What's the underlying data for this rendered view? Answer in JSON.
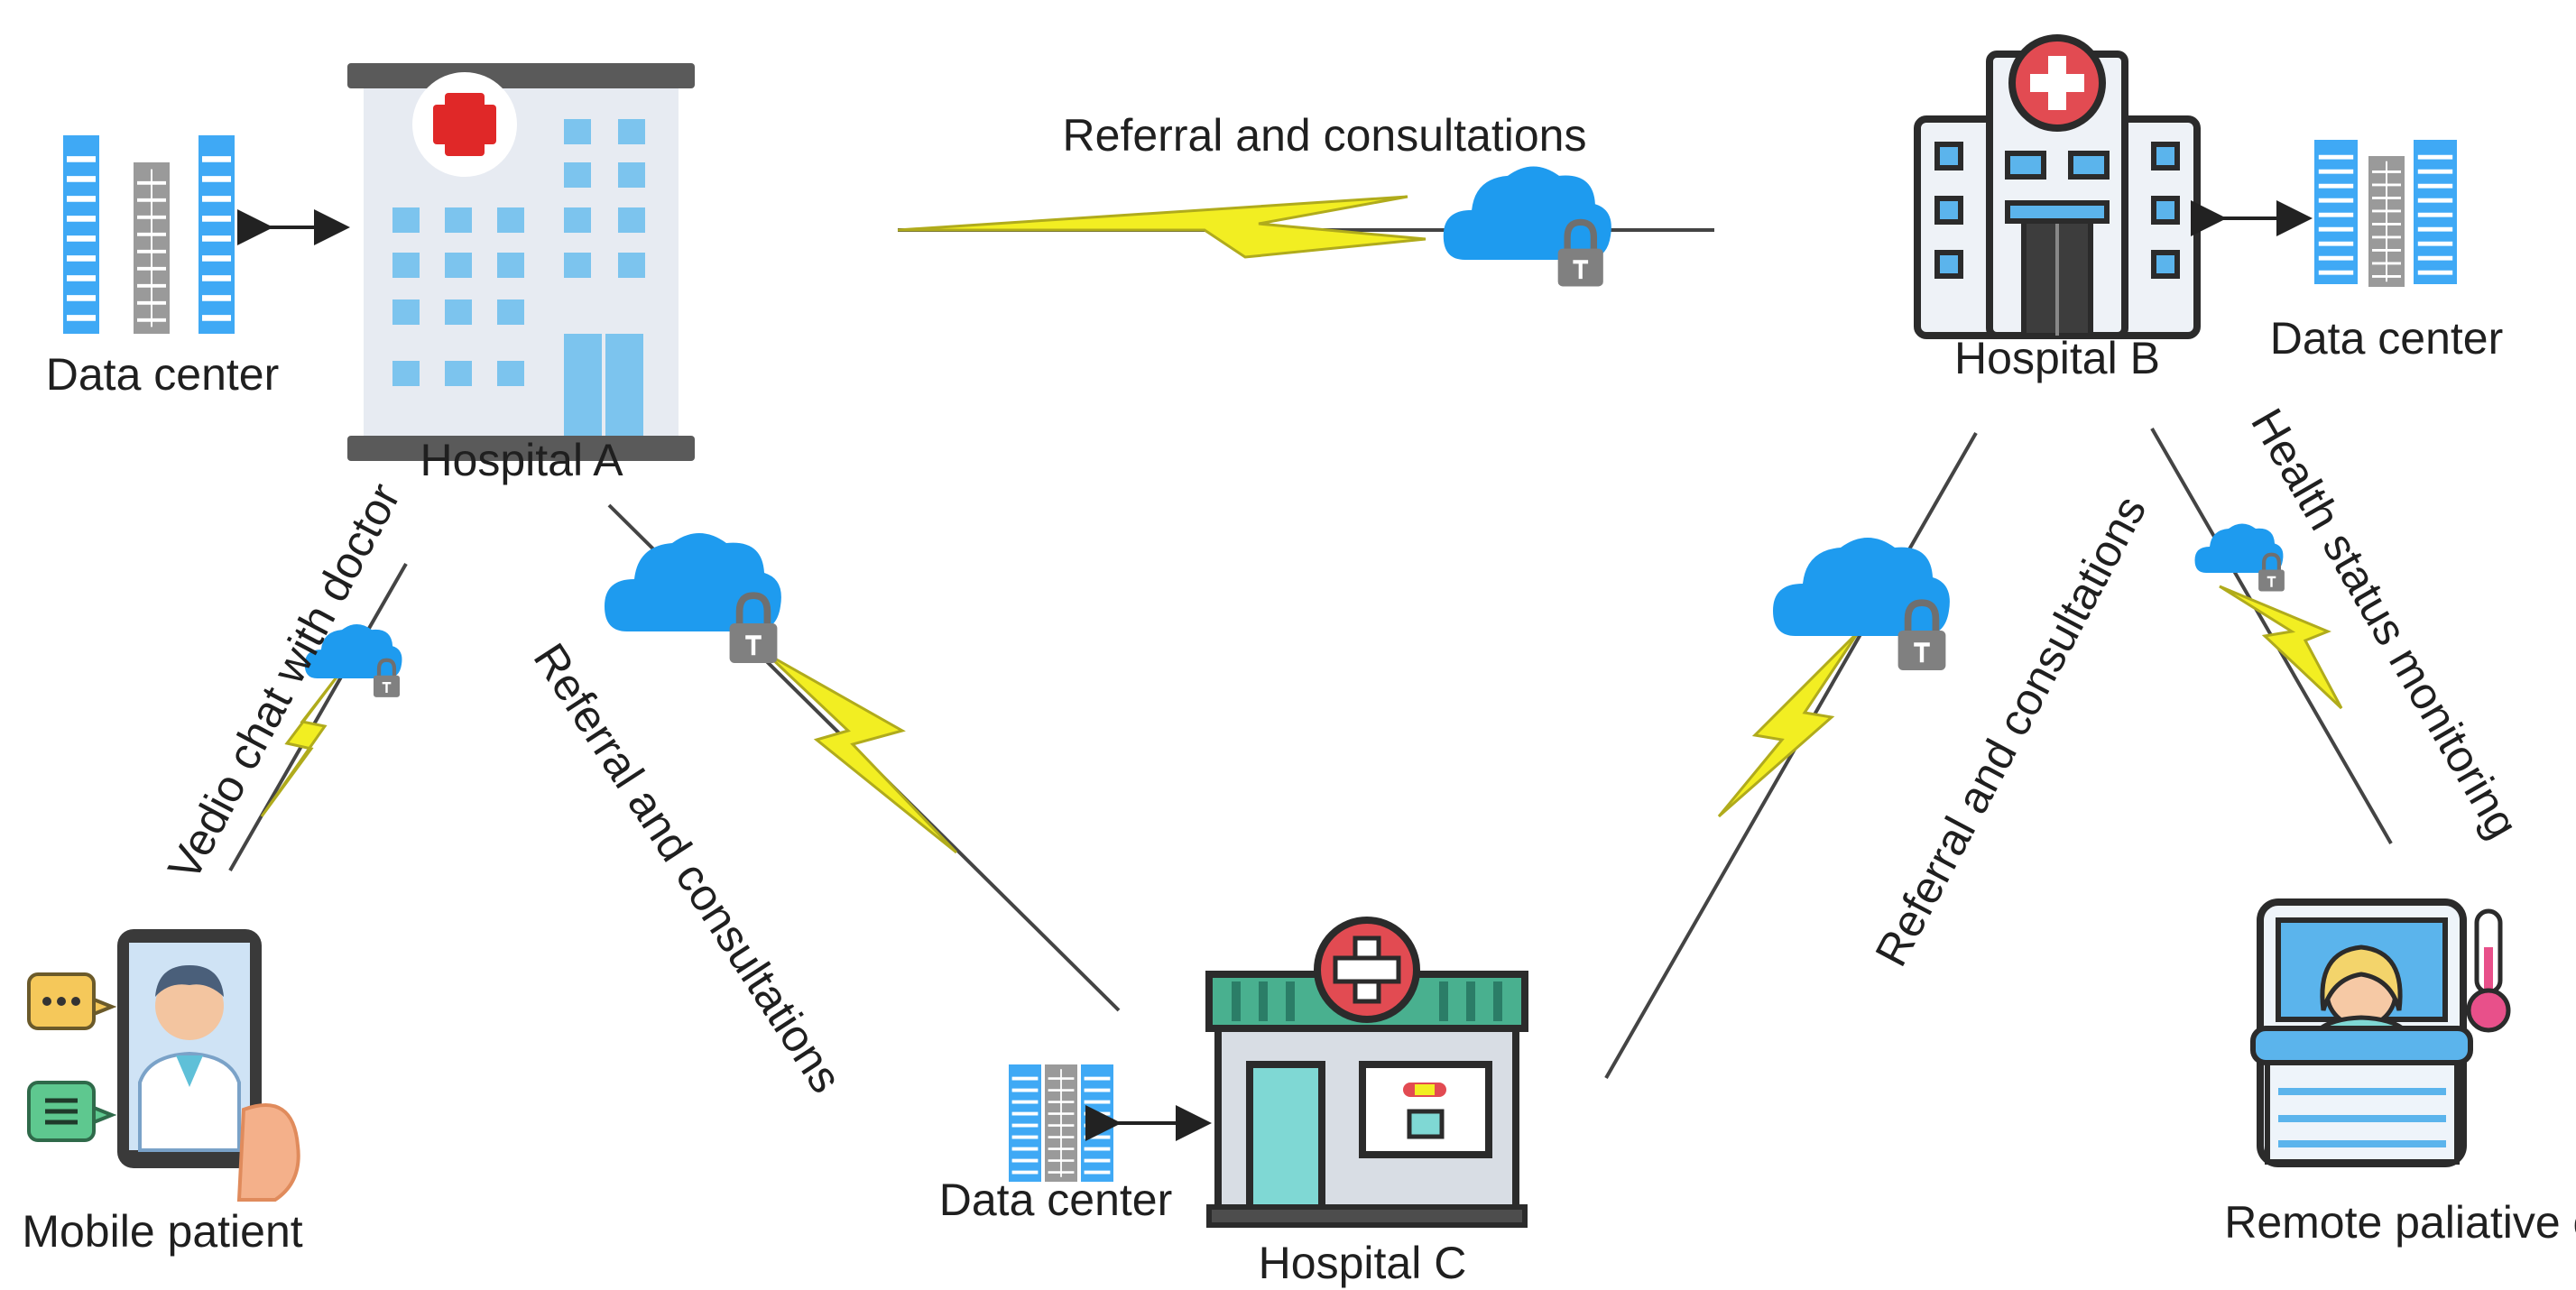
{
  "nodes": {
    "hospital_a": {
      "label": "Hospital A"
    },
    "hospital_b": {
      "label": "Hospital B"
    },
    "hospital_c": {
      "label": "Hospital C"
    },
    "data_center_a": {
      "label": "Data center"
    },
    "data_center_b": {
      "label": "Data center"
    },
    "data_center_c": {
      "label": "Data center"
    },
    "mobile_patient": {
      "label": "Mobile patient"
    },
    "remote_care": {
      "label": "Remote paliative care"
    }
  },
  "links": {
    "a_b": {
      "label": "Referral and consultations"
    },
    "a_c": {
      "label": "Referral and consultations"
    },
    "b_c": {
      "label": "Referral and consultations"
    },
    "a_patient": {
      "label": "Vedio chat with doctor"
    },
    "b_remote": {
      "label": "Health status monitoring"
    }
  },
  "colors": {
    "bolt": "#f2ee22",
    "bolt_outline": "#a8a31a",
    "cloud": "#1e9bef",
    "lock": "#7b7b7b",
    "server_blue": "#3fa9f5",
    "server_gray": "#8c8c8c",
    "hospital_cross": "#e23a3a",
    "building_light": "#e3e8f0",
    "building_dark": "#333333",
    "shop_green": "#49b08f",
    "shop_roof": "#2c7d66"
  },
  "icons": [
    "hospital-building-icon",
    "cloud-lock-icon",
    "lightning-bolt-icon",
    "server-rack-icon",
    "smartphone-doctor-icon",
    "patient-bed-icon",
    "thermometer-icon",
    "chat-bubble-icon"
  ]
}
